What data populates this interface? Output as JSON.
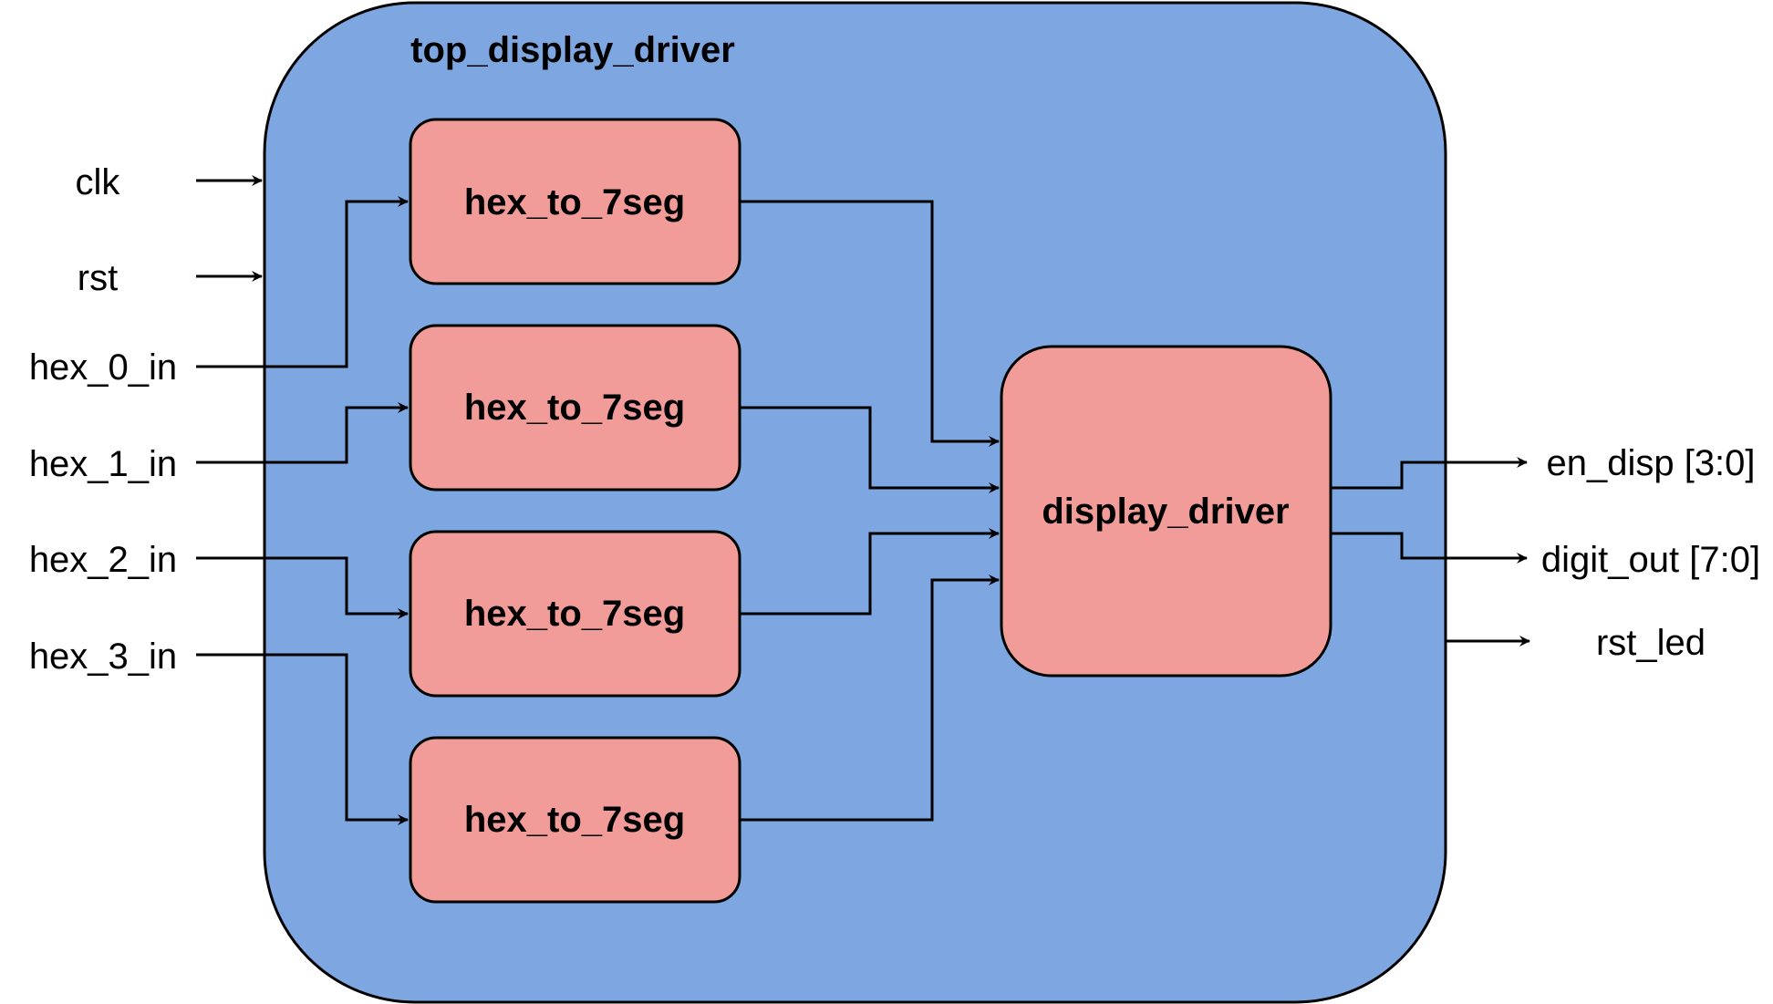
{
  "colors": {
    "top_fill": "#7EA6E0",
    "block_fill": "#F19C99",
    "stroke": "#000000"
  },
  "top_module": {
    "title": "top_display_driver"
  },
  "submodules": {
    "hex_to_7seg_0": "hex_to_7seg",
    "hex_to_7seg_1": "hex_to_7seg",
    "hex_to_7seg_2": "hex_to_7seg",
    "hex_to_7seg_3": "hex_to_7seg",
    "display_driver": "display_driver"
  },
  "inputs": {
    "clk": "clk",
    "rst": "rst",
    "hex_0_in": "hex_0_in",
    "hex_1_in": "hex_1_in",
    "hex_2_in": "hex_2_in",
    "hex_3_in": "hex_3_in"
  },
  "outputs": {
    "en_disp": "en_disp [3:0]",
    "digit_out": "digit_out [7:0]",
    "rst_led": "rst_led"
  }
}
